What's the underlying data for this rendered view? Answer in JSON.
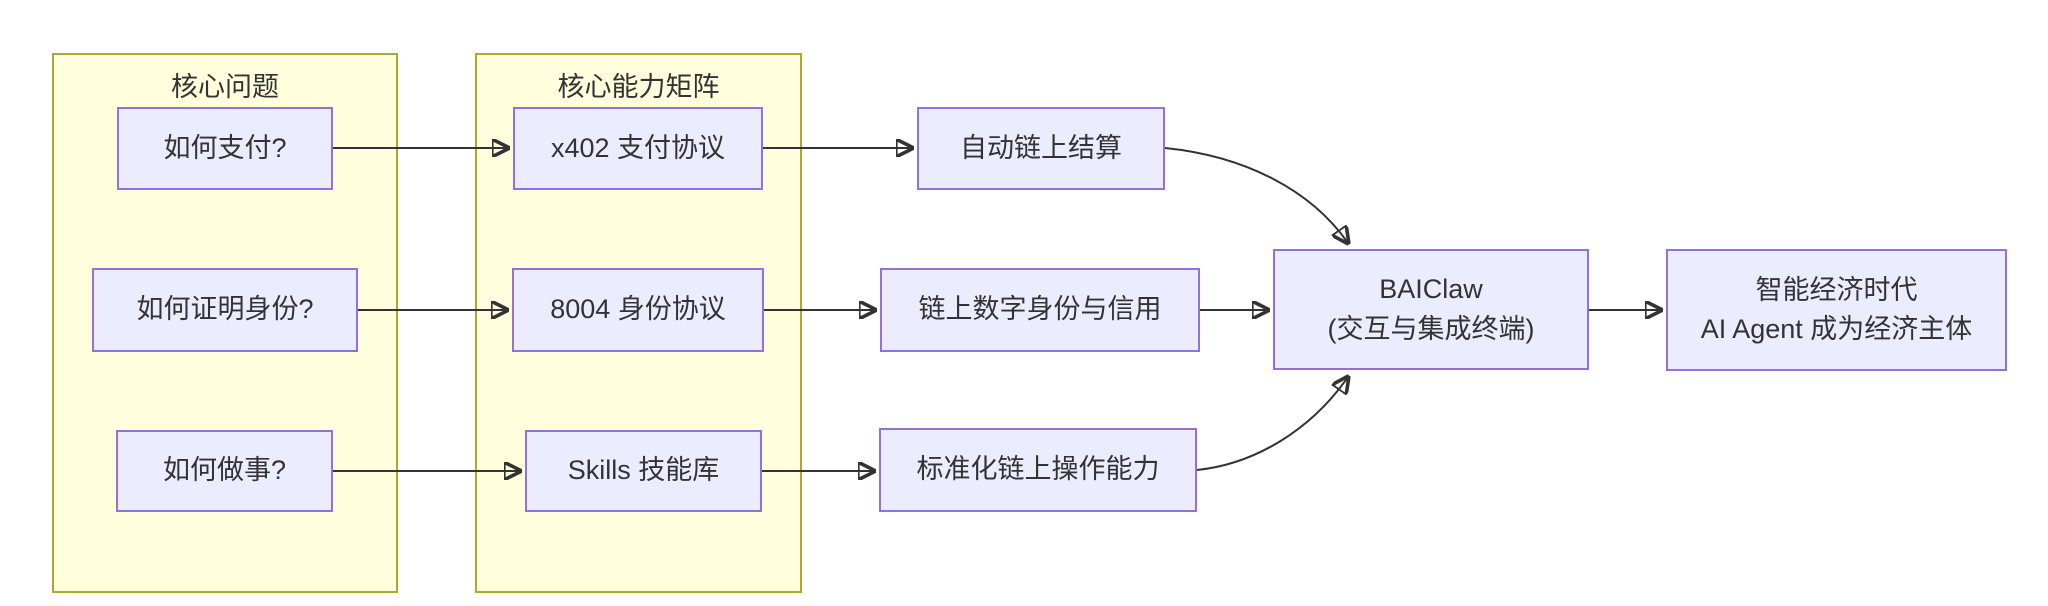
{
  "diagram": {
    "type": "flowchart-LR",
    "clusters": {
      "questions": {
        "title": "核心问题"
      },
      "capabilities": {
        "title": "核心能力矩阵"
      }
    },
    "nodes": {
      "pay": {
        "label": "如何支付?"
      },
      "identity": {
        "label": "如何证明身份?"
      },
      "act": {
        "label": "如何做事?"
      },
      "x402": {
        "label": "x402 支付协议"
      },
      "id8004": {
        "label": "8004 身份协议"
      },
      "skills": {
        "label": "Skills 技能库"
      },
      "settlement": {
        "label": "自动链上结算"
      },
      "credit": {
        "label": "链上数字身份与信用"
      },
      "standard": {
        "label": "标准化链上操作能力"
      },
      "baiclaw": {
        "line1": "BAIClaw",
        "line2": "(交互与集成终端)"
      },
      "goal": {
        "line1": "智能经济时代",
        "line2": "AI Agent 成为经济主体"
      }
    },
    "edges": [
      {
        "from": "pay",
        "to": "x402"
      },
      {
        "from": "identity",
        "to": "id8004"
      },
      {
        "from": "act",
        "to": "skills"
      },
      {
        "from": "x402",
        "to": "settlement"
      },
      {
        "from": "id8004",
        "to": "credit"
      },
      {
        "from": "skills",
        "to": "standard"
      },
      {
        "from": "settlement",
        "to": "baiclaw"
      },
      {
        "from": "credit",
        "to": "baiclaw"
      },
      {
        "from": "standard",
        "to": "baiclaw"
      },
      {
        "from": "baiclaw",
        "to": "goal"
      }
    ],
    "colors": {
      "node_fill": "#ececff",
      "node_border": "#9370db",
      "cluster_fill": "#ffffde",
      "cluster_border": "#aaaa33",
      "edge": "#333333",
      "text": "#333333",
      "background": "#ffffff"
    }
  }
}
